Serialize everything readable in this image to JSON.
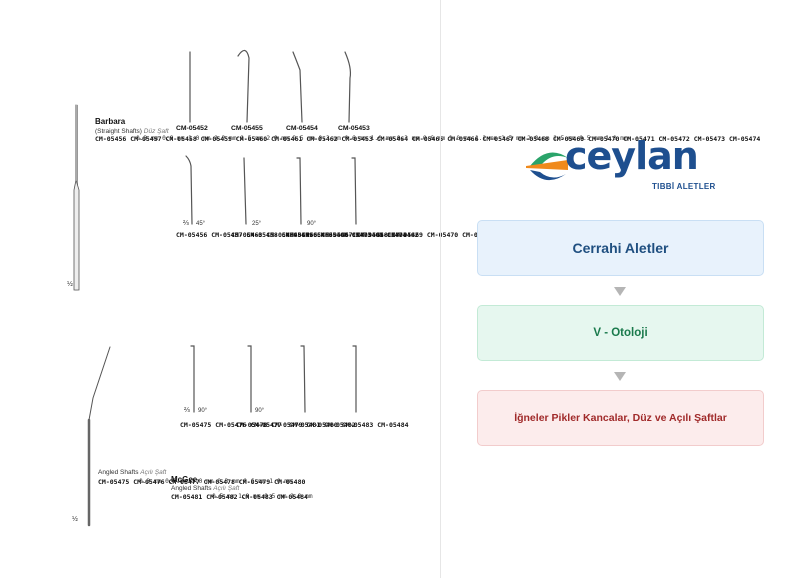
{
  "catalog": {
    "barbara": {
      "title": "Barbara",
      "subtitle": "(Straight Shafts)",
      "subtitle_tr": "Düz Şaft",
      "codes": "CM-05456\nCM-05457\nCM-05458\nCM-05459\nCM-05460\nCM-05461\nCM-05462\nCM-05453\nCM-05464\nCM-05465\nCM-05466\nCM-05467\nCM-05468\nCM-05469\nCM-05470\nCM-05471\nCM-05472\nCM-05473\nCM-05474",
      "sizes": "0.3 mm\n0.6 mm\n1.0 mm\n1.2 mm\n1.5 mm\n2.0 mm\n2.5 mm\n0.3 mm\n0.6 mm\n1.0 mm\n0.3 mm\n0.6 mm\n1.0 mm\n1.2 mm\n1.5 mm\n2.0 mm\n2.5 mm\n0.5 mm\n1.0 mm",
      "scale": "½"
    },
    "straight_tips": {
      "row1": [
        "CM-05452",
        "CM-05455",
        "CM-05454",
        "CM-05453"
      ],
      "row2_angles": [
        "45°",
        "25°",
        "90°"
      ],
      "row2_scale": "⅔",
      "col1": "CM-05456\nCM-05457\nCM-05458\nCM-05459\nCM-05460\nCM-05461\nCM-05462",
      "col2": "CM-05463\nCM-05464\nCM-05465",
      "col3": "CM-05466\nCM-05467\nCM-05468\nCM-05469\nCM-05470\nCM-05471\nCM-05472",
      "col4": "CM-05473\nCM-05474"
    },
    "angled": {
      "title": "Angled Shafts",
      "title_tr": "Açılı Şaft",
      "codes": "CM-05475\nCM-05476\nCM-05477\nCM-05478\nCM-05479\nCM-05480",
      "sizes": "0.3 mm\n0.6 mm\n1.0 mm\n0.3 mm\n0.6 mm\n1.0 mm",
      "scale": "½"
    },
    "angled_tips": {
      "angles": [
        "90°",
        "90°"
      ],
      "scale": "⅔",
      "col1": "CM-05475\nCM-05476\nCM-05477",
      "col2": "CM-05478\nCM-05479\nCM-05480",
      "col3": "CM-05481\nCM-05482",
      "col4": "CM-05483\nCM-05484"
    },
    "mcgee": {
      "title": "McGee",
      "subtitle": "Angled Shafts",
      "subtitle_tr": "Açılı Şaft",
      "codes": "CM-05481\nCM-05482\nCM-05483\nCM-05484",
      "sizes": "0.5 mm\n1.0 mm\n0.5 mm\n1.0 mm"
    }
  },
  "brand": {
    "name": "ceylan",
    "tagline": "TIBBİ ALETLER",
    "primary_color": "#1e4f8f",
    "accent_green": "#2aa46a",
    "accent_orange": "#f08a1c"
  },
  "breadcrumb": {
    "level1": "Cerrahi Aletler",
    "level2": "V - Otoloji",
    "level3": "İğneler Pikler Kancalar, Düz ve Açılı Şaftlar"
  }
}
